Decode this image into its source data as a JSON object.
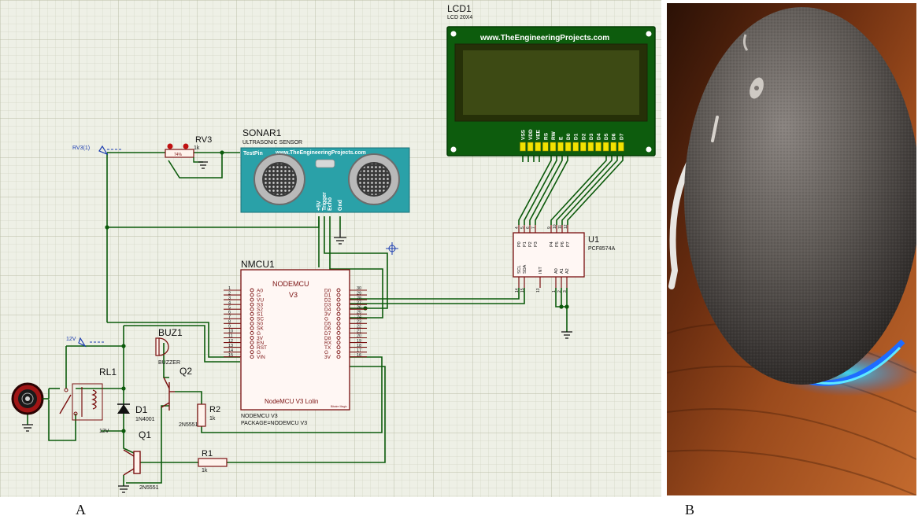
{
  "panels": {
    "a": {
      "label": "A",
      "sonar": {
        "ref": "SONAR1",
        "type": "ULTRASONIC SENSOR",
        "banner": "www.TheEngineeringProjects.com",
        "test_pin": "TestPin",
        "pins": [
          "+5V",
          "Trigger",
          "Echo",
          "Gnd"
        ]
      },
      "rv3": {
        "ref": "RV3",
        "value": "1k",
        "center": "74%"
      },
      "rv3_terminal": {
        "label": "RV3(1)"
      },
      "lcd": {
        "ref": "LCD1",
        "type": "LCD 20X4",
        "banner": "www.TheEngineeringProjects.com",
        "pins": [
          "VSS",
          "VDD",
          "VEE",
          "RS",
          "RW",
          "E",
          "D0",
          "D1",
          "D2",
          "D3",
          "D4",
          "D5",
          "D6",
          "D7"
        ]
      },
      "pcf": {
        "ref": "U1",
        "type": "PCF8574A",
        "top_pins": [
          "P0",
          "P1",
          "P2",
          "P3",
          "P4",
          "P5",
          "P6",
          "P7"
        ],
        "top_numbers": [
          "4",
          "5",
          "6",
          "7",
          "9",
          "10",
          "11",
          "12"
        ],
        "bottom_pins": [
          "SCL",
          "SDA",
          "INT",
          "A0",
          "A1",
          "A2"
        ],
        "bottom_numbers": [
          "14",
          "15",
          "13",
          "1",
          "2",
          "3"
        ]
      },
      "nmcu": {
        "ref": "NMCU1",
        "title": "NODEMCU",
        "version": "V3",
        "board_name": "NodeMCU V3 Lolin",
        "board_tag": "Bitwire Magic",
        "part_type": "NODEMCU V3",
        "package": "PACKAGE=NODEMCU V3",
        "left_pins": [
          "A0",
          "G",
          "VU",
          "S3",
          "S2",
          "S1",
          "SC",
          "S0",
          "SK",
          "G",
          "3V",
          "EN",
          "RST",
          "G",
          "VIN"
        ],
        "left_numbers": [
          "1",
          "2",
          "3",
          "4",
          "5",
          "6",
          "7",
          "8",
          "9",
          "10",
          "11",
          "12",
          "13",
          "14",
          "15"
        ],
        "right_pins": [
          "D0",
          "D1",
          "D2",
          "D3",
          "D4",
          "3V",
          "G",
          "D5",
          "D6",
          "D7",
          "D8",
          "RX",
          "TX",
          "G",
          "3V"
        ],
        "right_numbers": [
          "30",
          "29",
          "28",
          "27",
          "26",
          "25",
          "24",
          "23",
          "22",
          "21",
          "20",
          "19",
          "18",
          "17",
          "16"
        ]
      },
      "buzzer": {
        "ref": "BUZ1",
        "type": "BUZZER"
      },
      "q2": {
        "ref": "Q2",
        "type": "2N5551"
      },
      "q1": {
        "ref": "Q1",
        "type": "2N5551"
      },
      "r2": {
        "ref": "R2",
        "value": "1k"
      },
      "r1": {
        "ref": "R1",
        "value": "1k"
      },
      "relay": {
        "ref": "RL1",
        "voltage": "12V"
      },
      "diode": {
        "ref": "D1",
        "type": "1N4001"
      },
      "supply": {
        "label": "12V"
      }
    },
    "b": {
      "label": "B",
      "subject": "smart speaker (Amazon Echo Dot) on wooden table",
      "accent_ring": "#1e6bff"
    }
  },
  "colors": {
    "grid": "#c9cdb8",
    "wire": "#0b5a0b",
    "component": "#7a1010",
    "sonar_board": "#2aa1a8",
    "lcd_board": "#0d5c0d",
    "lcd_screen": "#3d4a14",
    "pcf_fill": "#fff7f4"
  }
}
